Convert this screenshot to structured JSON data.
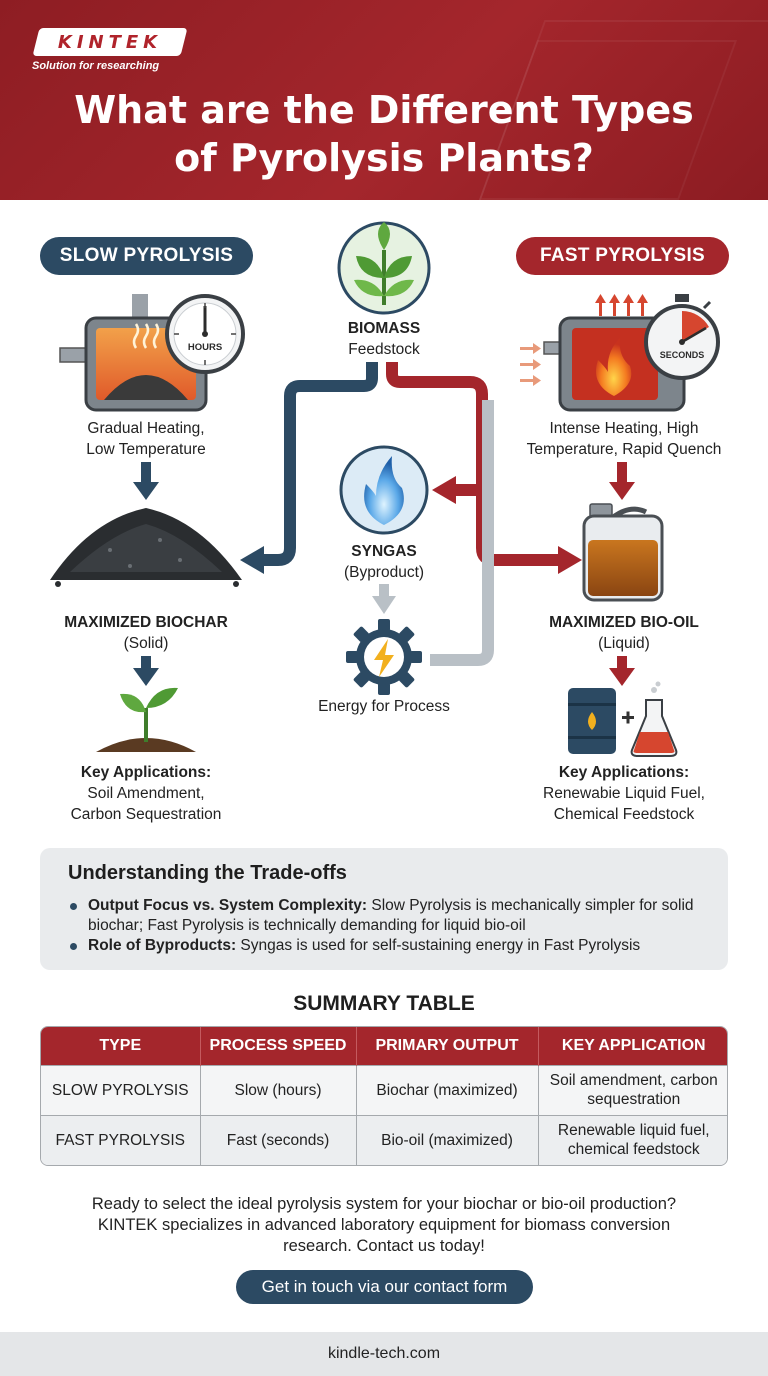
{
  "header": {
    "logo": "KINTEK",
    "tagline": "Solution for researching",
    "title_line1": "What are the Different Types",
    "title_line2": "of Pyrolysis Plants?"
  },
  "slow": {
    "pill": "SLOW PYROLYSIS",
    "gauge": "HOURS",
    "step1_line1": "Gradual Heating,",
    "step1_line2": "Low Temperature",
    "product": "MAXIMIZED BIOCHAR",
    "product_sub": "(Solid)",
    "apps_title": "Key Applications:",
    "apps_line1": "Soil Amendment,",
    "apps_line2": "Carbon Sequestration"
  },
  "center": {
    "biomass": "BIOMASS",
    "biomass_sub": "Feedstock",
    "syngas": "SYNGAS",
    "syngas_sub": "(Byproduct)",
    "energy": "Energy for Process"
  },
  "fast": {
    "pill": "FAST PYROLYSIS",
    "gauge": "SECONDS",
    "step1_line1": "Intense Heating, High",
    "step1_line2": "Temperature, Rapid Quench",
    "product": "MAXIMIZED BIO-OIL",
    "product_sub": "(Liquid)",
    "apps_title": "Key Applications:",
    "apps_line1": "Renewabie Liquid Fuel,",
    "apps_line2": "Chemical Feedstock"
  },
  "tradeoffs": {
    "title": "Understanding the Trade-offs",
    "items": [
      {
        "label": "Output Focus vs. System Complexity:",
        "text": " Slow Pyrolysis is mechanically simpler for solid biochar; Fast Pyrolysis is technically demanding for liquid bio-oil"
      },
      {
        "label": "Role of Byproducts:",
        "text": " Syngas is used for self-sustaining energy in Fast Pyrolysis"
      }
    ]
  },
  "summary": {
    "title": "SUMMARY TABLE",
    "headers": [
      "TYPE",
      "PROCESS SPEED",
      "PRIMARY OUTPUT",
      "KEY APPLICATION"
    ],
    "rows": [
      [
        "SLOW PYROLYSIS",
        "Slow (hours)",
        "Biochar (maximized)",
        "Soil amendment, carbon sequestration"
      ],
      [
        "FAST PYROLYSIS",
        "Fast (seconds)",
        "Bio-oil (maximized)",
        "Renewable liquid fuel, chemical feedstock"
      ]
    ]
  },
  "cta": {
    "line1": "Ready to select the ideal pyrolysis system for your biochar or bio-oil production?",
    "line2": "KINTEK specializes in advanced laboratory equipment for biomass conversion",
    "line3": "research. Contact us today!",
    "button": "Get in touch via our contact form"
  },
  "footer": "kindle-tech.com",
  "colors": {
    "brand_red": "#a4262c",
    "navy": "#2c4a63",
    "gray_flow": "#b9c0c6"
  }
}
